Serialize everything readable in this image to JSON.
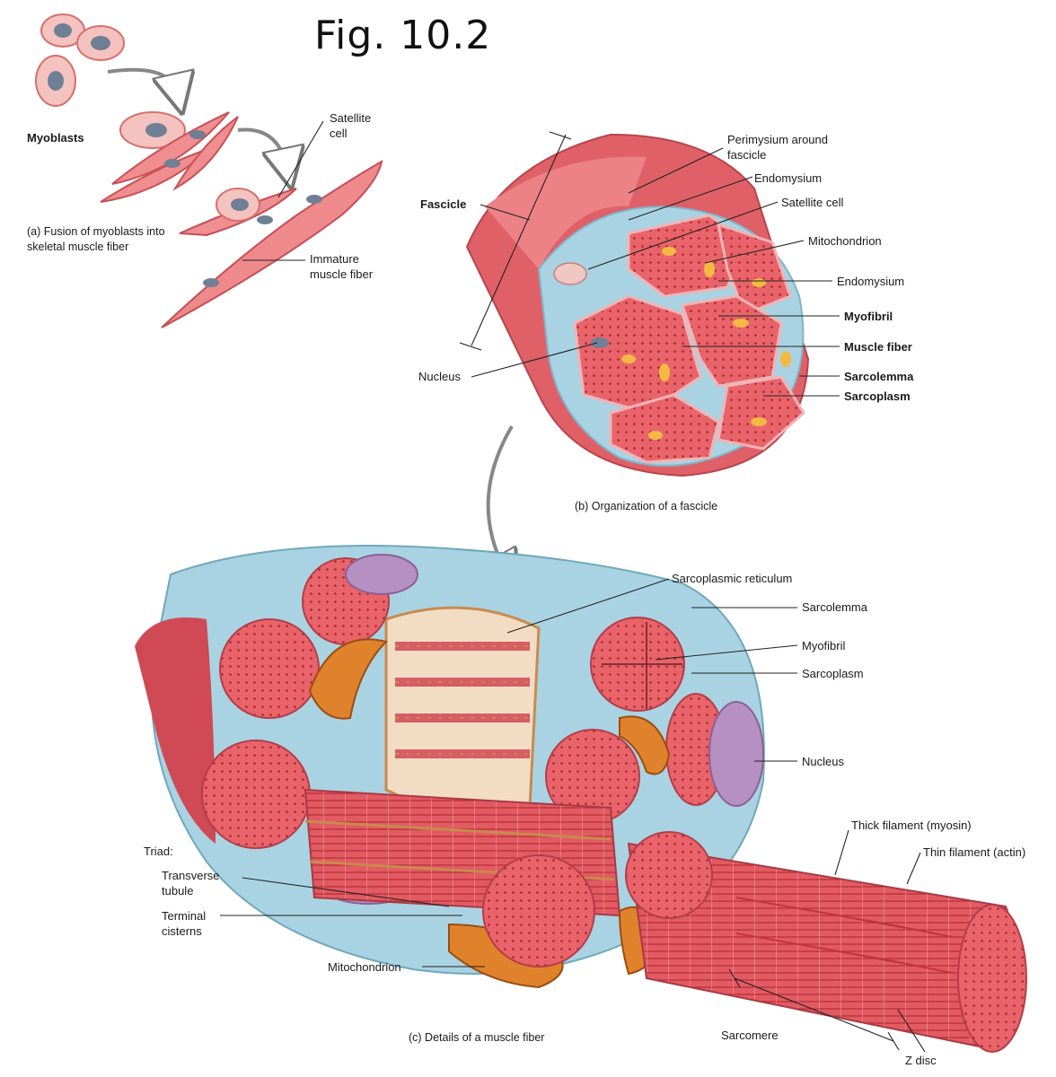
{
  "title": "Fig. 10.2",
  "panel_a": {
    "myoblasts": "Myoblasts",
    "satellite_cell": "Satellite\ncell",
    "caption": "(a) Fusion of myoblasts into\nskeletal muscle fiber",
    "immature_fiber": "Immature\nmuscle fiber"
  },
  "panel_b": {
    "perimysium": "Perimysium around\nfascicle",
    "endomysium_top": "Endomysium",
    "satellite_cell": "Satellite cell",
    "fascicle": "Fascicle",
    "mitochondrion": "Mitochondrion",
    "endomysium": "Endomysium",
    "myofibril": "Myofibril",
    "muscle_fiber": "Muscle fiber",
    "nucleus": "Nucleus",
    "sarcolemma": "Sarcolemma",
    "sarcoplasm": "Sarcoplasm",
    "caption": "(b) Organization of a fascicle"
  },
  "panel_c": {
    "sarcoplasmic_reticulum": "Sarcoplasmic reticulum",
    "sarcolemma": "Sarcolemma",
    "myofibril": "Myofibril",
    "sarcoplasm": "Sarcoplasm",
    "nucleus": "Nucleus",
    "thick_filament": "Thick filament (myosin)",
    "thin_filament": "Thin filament (actin)",
    "triad": "Triad:",
    "transverse_tubule": "Transverse\ntubule",
    "terminal_cisterns": "Terminal\ncisterns",
    "mitochondrion": "Mitochondrion",
    "sarcomere": "Sarcomere",
    "z_disc": "Z disc",
    "caption": "(c) Details of a muscle fiber"
  },
  "colors": {
    "muscle": "#e0585f",
    "muscle_light": "#f4a3a5",
    "membrane_blue": "#a9d3e2",
    "mitochondria": "#e0822c",
    "nucleus_purple": "#b08ab8",
    "sr_tan": "#d8a56e"
  }
}
